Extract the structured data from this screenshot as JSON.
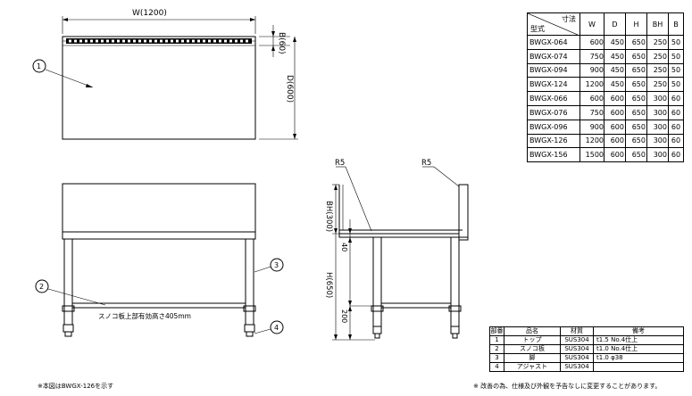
{
  "labels": {
    "width_dim": "W(1200)",
    "depth_dim": "D(600)",
    "back_dim": "B(60)",
    "bh_dim": "BH(300)",
    "h_dim": "H(650)",
    "dim_40": "40",
    "dim_200": "200",
    "r5_left": "R5",
    "r5_right": "R5",
    "callout_1": "1",
    "callout_2": "2",
    "callout_3": "3",
    "callout_4": "4",
    "shelf_note": "スノコ板上部有効高さ405mm"
  },
  "size_table": {
    "header_top": "寸法",
    "header_bottom": "型式",
    "columns": [
      "W",
      "D",
      "H",
      "BH",
      "B"
    ],
    "rows": [
      {
        "model": "BWGX-064",
        "W": "600",
        "D": "450",
        "H": "650",
        "BH": "250",
        "B": "50"
      },
      {
        "model": "BWGX-074",
        "W": "750",
        "D": "450",
        "H": "650",
        "BH": "250",
        "B": "50"
      },
      {
        "model": "BWGX-094",
        "W": "900",
        "D": "450",
        "H": "650",
        "BH": "250",
        "B": "50"
      },
      {
        "model": "BWGX-124",
        "W": "1200",
        "D": "450",
        "H": "650",
        "BH": "250",
        "B": "50"
      },
      {
        "model": "BWGX-066",
        "W": "600",
        "D": "600",
        "H": "650",
        "BH": "300",
        "B": "60"
      },
      {
        "model": "BWGX-076",
        "W": "750",
        "D": "600",
        "H": "650",
        "BH": "300",
        "B": "60"
      },
      {
        "model": "BWGX-096",
        "W": "900",
        "D": "600",
        "H": "650",
        "BH": "300",
        "B": "60"
      },
      {
        "model": "BWGX-126",
        "W": "1200",
        "D": "600",
        "H": "650",
        "BH": "300",
        "B": "60"
      },
      {
        "model": "BWGX-156",
        "W": "1500",
        "D": "600",
        "H": "650",
        "BH": "300",
        "B": "60"
      }
    ]
  },
  "parts_table": {
    "headers": [
      "部番",
      "品名",
      "材質",
      "備考"
    ],
    "rows": [
      {
        "no": "1",
        "name": "トップ",
        "material": "SUS304",
        "note": "t1.5 No.4仕上"
      },
      {
        "no": "2",
        "name": "スノコ板",
        "material": "SUS304",
        "note": "t1.0 No.4仕上"
      },
      {
        "no": "3",
        "name": "脚",
        "material": "SUS304",
        "note": "t1.0 φ38"
      },
      {
        "no": "4",
        "name": "アジャスト",
        "material": "SUS304",
        "note": ""
      }
    ]
  },
  "notes": {
    "model_note": "※本図はBWGX-126を示す",
    "disclaimer": "※ 改善の為、仕様及び外観を予告なしに変更することがあります。"
  }
}
